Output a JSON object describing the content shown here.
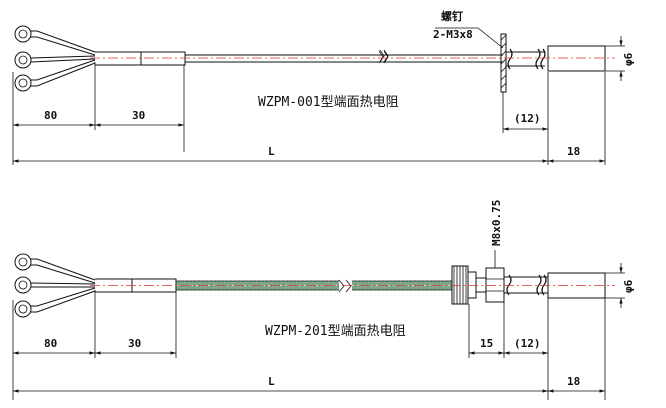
{
  "top_view": {
    "title": "WZPM-001型端面热电阻",
    "dim_terminal": "80",
    "dim_sleeve": "30",
    "dim_length": "L",
    "dim_probe": "18",
    "dim_screw_offset": "(12)",
    "dim_diameter": "φ6",
    "screw_label": "螺钉",
    "screw_spec": "2-M3x8"
  },
  "bottom_view": {
    "title": "WZPM-201型端面热电阻",
    "dim_terminal": "80",
    "dim_sleeve": "30",
    "dim_length": "L",
    "dim_probe": "18",
    "dim_nut": "15",
    "dim_thread_offset": "(12)",
    "dim_diameter": "φ6",
    "thread_spec": "M8x0.75"
  },
  "colors": {
    "line": "#111111",
    "center_line": "#d0382e",
    "braid": "#7fa58a"
  }
}
